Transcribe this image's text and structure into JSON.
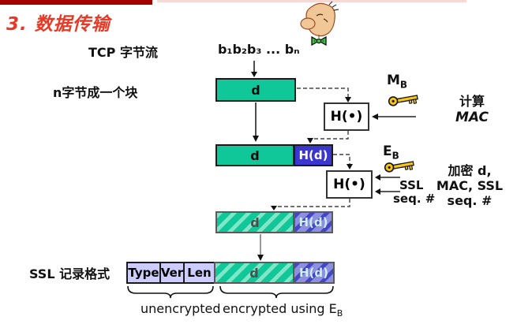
{
  "slide": {
    "title": "3. 数据传输",
    "labels": {
      "tcp_stream": "TCP 字节流",
      "byte_stream": "b₁b₂b₃ ... bₙ",
      "n_bytes_block": "n字节成一个块",
      "compute_line1": "计算",
      "compute_line2": "MAC",
      "encrypt_line1": "加密 d,",
      "encrypt_line2": "MAC, SSL",
      "encrypt_line3": "seq. #",
      "ssl_record_format": "SSL 记录格式",
      "ssl_word": "SSL",
      "seq_word": "seq. #",
      "unencrypted": "unencrypted",
      "encrypted_prefix": "encrypted using E",
      "encrypted_sub": "B"
    },
    "keys": {
      "mac_key": {
        "label": "M",
        "sub": "B"
      },
      "enc_key": {
        "label": "E",
        "sub": "B"
      }
    },
    "boxes": {
      "d1": "d",
      "hash1": "H(•)",
      "d2": "d",
      "hd2": "H(d)",
      "hash2": "H(•)",
      "d3": "d",
      "hd3": "H(d)",
      "type": "Type",
      "ver": "Ver",
      "len": "Len",
      "d4": "d",
      "hd4": "H(d)"
    },
    "colors": {
      "green": "#10C79A",
      "green_stripe": "#7FE6C6",
      "blue": "#3A36CF",
      "blue_hatch_bg": "#8D8FE0",
      "blue_stripe": "#4346C8",
      "lavender": "#CCCCFF",
      "title_red": "#E63A26",
      "top_bar": "#A40000",
      "key_yellow": "#F5C518"
    }
  }
}
